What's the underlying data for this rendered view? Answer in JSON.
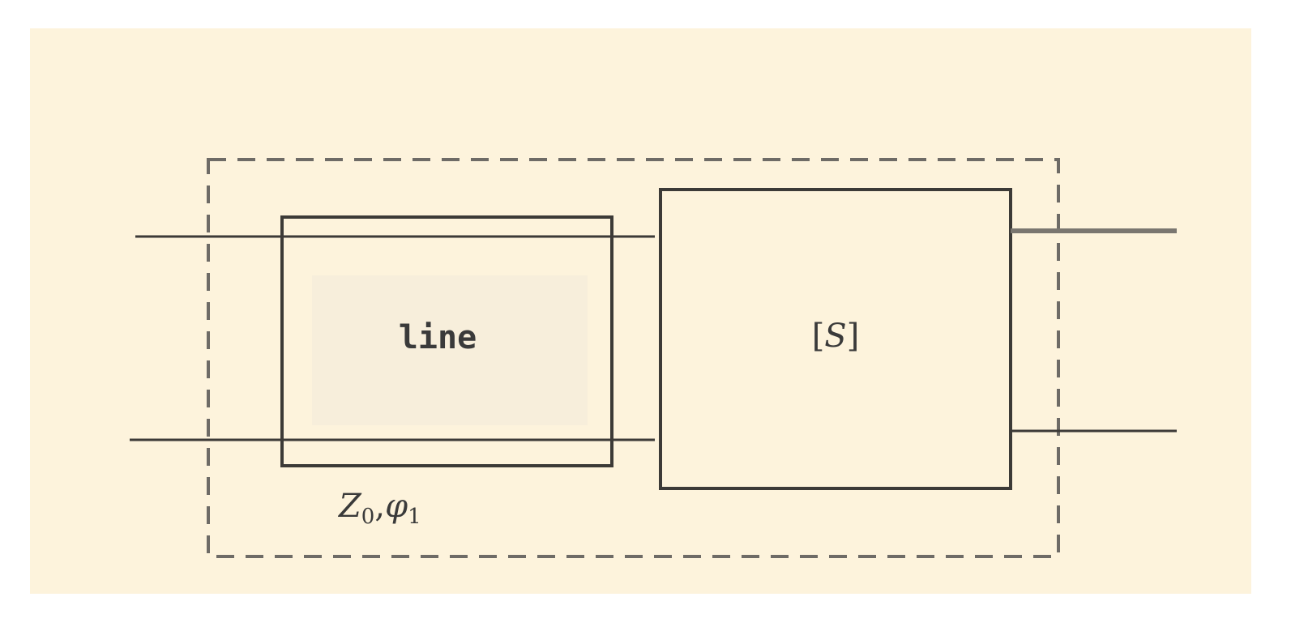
{
  "colors": {
    "background": "#fdf3dc",
    "inner_fill": "#f7eedb",
    "stroke": "#3c3a37",
    "dashed_stroke": "#6e6b66"
  },
  "line_block": {
    "label": "line"
  },
  "params_label": {
    "z_symbol": "Z",
    "z_subscript": "0",
    "separator": ",",
    "phi_symbol": "φ",
    "phi_subscript": "1"
  },
  "s_block": {
    "label_open": "[",
    "label_var": "S",
    "label_close": "]"
  }
}
